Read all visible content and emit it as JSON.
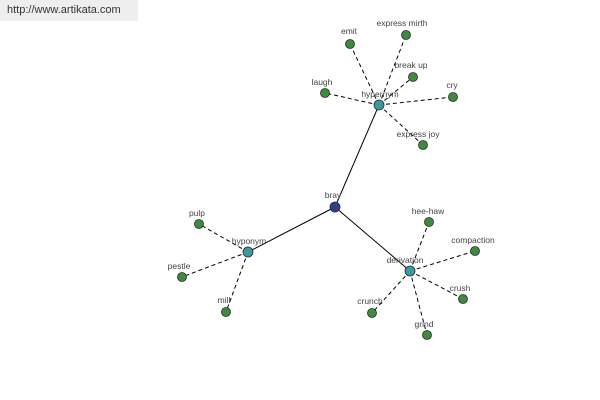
{
  "header": {
    "url": "http://www.artikata.com"
  },
  "graph": {
    "colors": {
      "root": "#2b3f8c",
      "relation": "#3a9a9e",
      "leaf": "#3f8a3f",
      "node_stroke": "#2a2a2a",
      "edge": "#000000",
      "label": "#444444"
    },
    "root": {
      "id": "bray",
      "label": "bray"
    },
    "relations": [
      {
        "id": "hypernym",
        "label": "hypernym",
        "items": [
          "emit",
          "express mirth",
          "break up",
          "laugh",
          "cry",
          "express joy"
        ]
      },
      {
        "id": "hyponym",
        "label": "hyponym",
        "items": [
          "pulp",
          "pestle",
          "mill"
        ]
      },
      {
        "id": "derivation",
        "label": "derivation",
        "items": [
          "hee-haw",
          "compaction",
          "crunch",
          "crush",
          "grind"
        ]
      }
    ]
  }
}
